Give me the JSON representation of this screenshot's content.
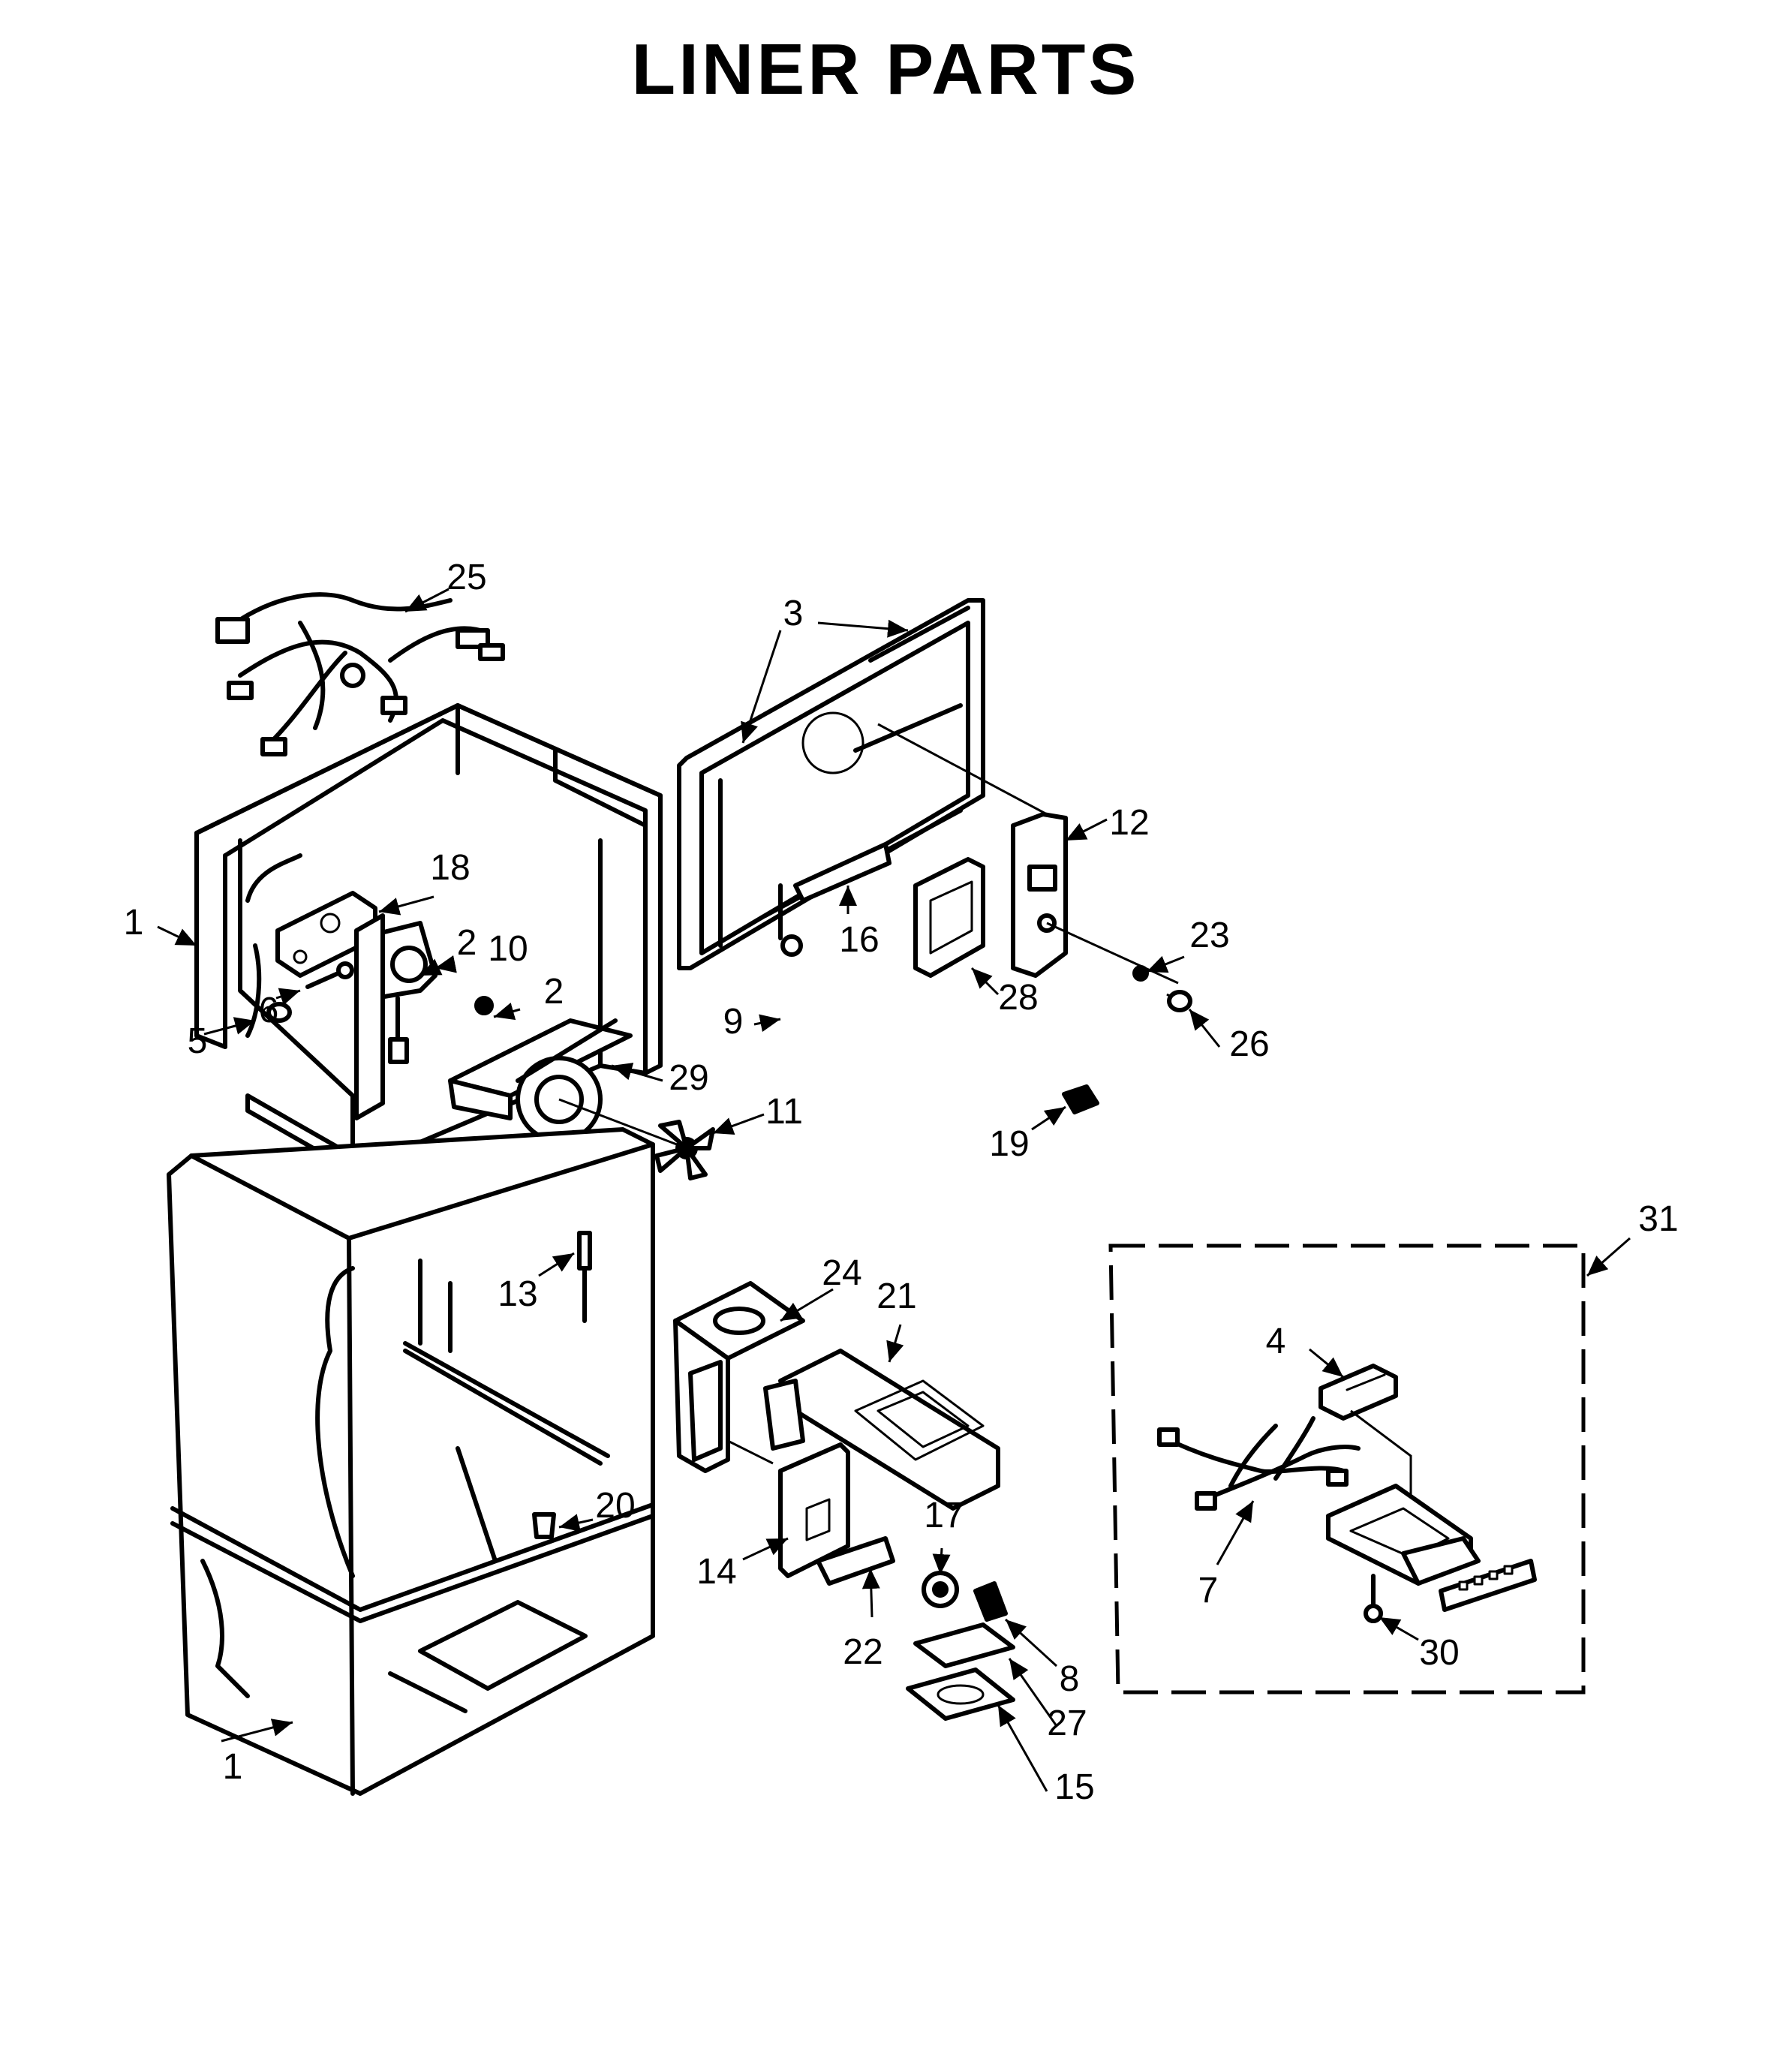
{
  "title": "LINER PARTS",
  "callouts": {
    "c1a": "1",
    "c1b": "1",
    "c2a": "2",
    "c2b": "2",
    "c3": "3",
    "c4": "4",
    "c5": "5",
    "c6": "6",
    "c7": "7",
    "c8": "8",
    "c9": "9",
    "c10": "10",
    "c11": "11",
    "c12": "12",
    "c13": "13",
    "c14": "14",
    "c15": "15",
    "c16": "16",
    "c17": "17",
    "c18": "18",
    "c19": "19",
    "c20": "20",
    "c21": "21",
    "c22": "22",
    "c23": "23",
    "c24": "24",
    "c25": "25",
    "c26": "26",
    "c27": "27",
    "c28": "28",
    "c29": "29",
    "c30": "30",
    "c31": "31"
  }
}
